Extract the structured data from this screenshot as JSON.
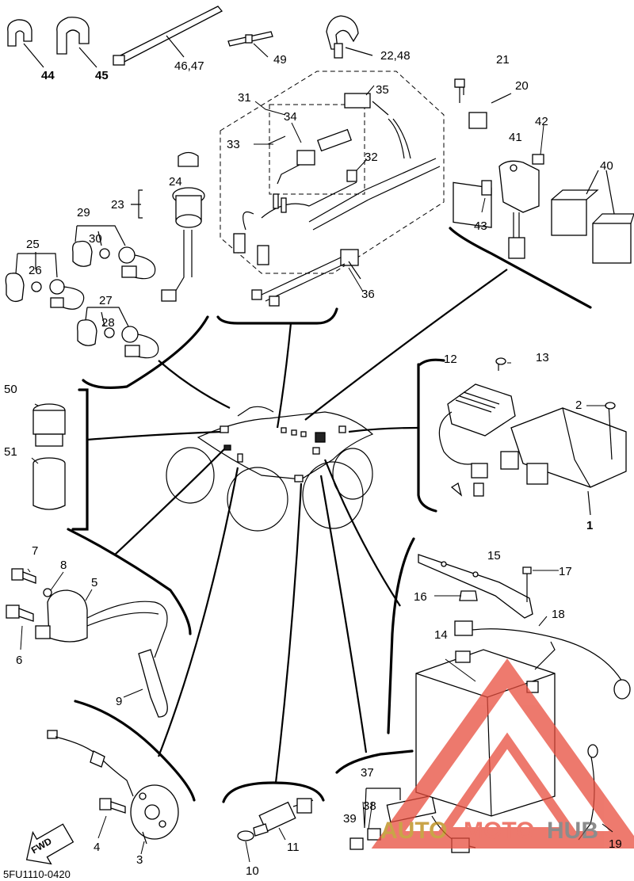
{
  "diagram_code": "5FU1110-0420",
  "fwd_label": "FWD",
  "watermark": {
    "left": "AUTO",
    "middle": "MOTO",
    "right": "HUB",
    "accent_color": "#e84d3d",
    "mid_color": "#b8860b",
    "right_color": "#666666"
  },
  "labels": {
    "p1": "1",
    "p2": "2",
    "p3": "3",
    "p4": "4",
    "p5": "5",
    "p6": "6",
    "p7": "7",
    "p8": "8",
    "p9": "9",
    "p10": "10",
    "p11": "11",
    "p12": "12",
    "p13": "13",
    "p14": "14",
    "p15": "15",
    "p16": "16",
    "p17": "17",
    "p18": "18",
    "p19": "19",
    "p20": "20",
    "p21": "21",
    "p2248": "22,48",
    "p23": "23",
    "p24": "24",
    "p25": "25",
    "p26": "26",
    "p27": "27",
    "p28": "28",
    "p29": "29",
    "p30": "30",
    "p31": "31",
    "p32": "32",
    "p33": "33",
    "p34": "34",
    "p35": "35",
    "p36": "36",
    "p37": "37",
    "p38": "38",
    "p39": "39",
    "p40": "40",
    "p41": "41",
    "p42": "42",
    "p43": "43",
    "p44": "44",
    "p45": "45",
    "p4647": "46,47",
    "p49": "49",
    "p50": "50",
    "p51": "51"
  }
}
